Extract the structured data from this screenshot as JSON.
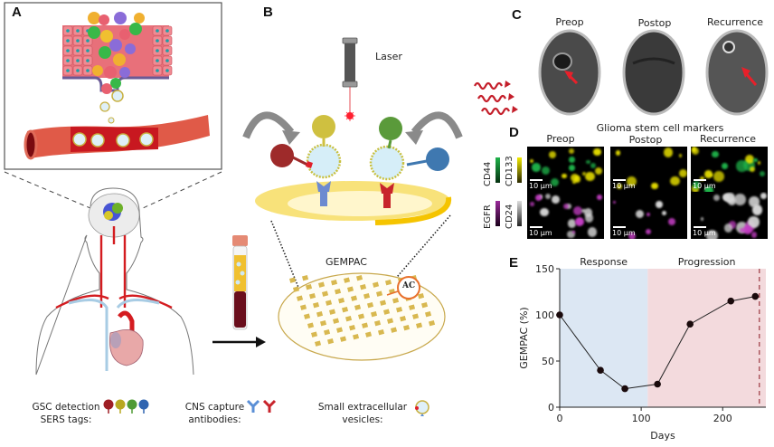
{
  "panels": {
    "a": {
      "letter": "A"
    },
    "b": {
      "letter": "B",
      "laser_label": "Laser",
      "platform_label": "GEMPAC",
      "chip_label": "AC"
    },
    "c": {
      "letter": "C",
      "titles": [
        "Preop",
        "Postop",
        "Recurrence"
      ]
    },
    "d": {
      "letter": "D",
      "title": "Glioma stem cell markers",
      "columns": [
        "Preop",
        "Postop",
        "Recurrence"
      ],
      "channel_labels": {
        "top_left": "CD44",
        "top_right": "CD133",
        "bottom_left": "EGFR",
        "bottom_right": "CD24"
      },
      "scale_label": "10 µm",
      "colors": {
        "CD44": "#1fb34a",
        "CD133": "#f2ea00",
        "EGFR": "#c63fc6",
        "CD24": "#d8d8d8"
      }
    },
    "e": {
      "letter": "E"
    }
  },
  "legend": {
    "sers": {
      "line1": "GSC detection",
      "line2": "SERS tags:",
      "colors": [
        "#9e1e24",
        "#b8a820",
        "#4f9a34",
        "#2f64b0"
      ]
    },
    "antibodies": {
      "line1": "CNS capture",
      "line2": "antibodies:",
      "colors": [
        "#5b8fd6",
        "#c8242c"
      ]
    },
    "vesicles": {
      "line1": "Small extracellular",
      "line2": "vesicles:"
    }
  },
  "chart_data": {
    "type": "line",
    "title": "",
    "xlabel": "Days",
    "ylabel": "GEMPAC (%)",
    "x": [
      0,
      50,
      80,
      120,
      160,
      210,
      240
    ],
    "values": [
      100,
      40,
      20,
      25,
      90,
      115,
      120
    ],
    "xlim": [
      0,
      253
    ],
    "ylim": [
      0,
      150
    ],
    "xticks": [
      0,
      100,
      200
    ],
    "yticks": [
      0,
      50,
      100,
      150
    ],
    "regions": [
      {
        "label": "Response",
        "from": 0,
        "to": 108,
        "color": "#dce7f3"
      },
      {
        "label": "Progression",
        "from": 108,
        "to": 253,
        "color": "#f3dadd"
      }
    ],
    "vline": {
      "x": 245,
      "style": "dashed",
      "color": "#a0444c"
    },
    "grid": false,
    "legend": "none",
    "marker_color": "#1a0a0c"
  }
}
